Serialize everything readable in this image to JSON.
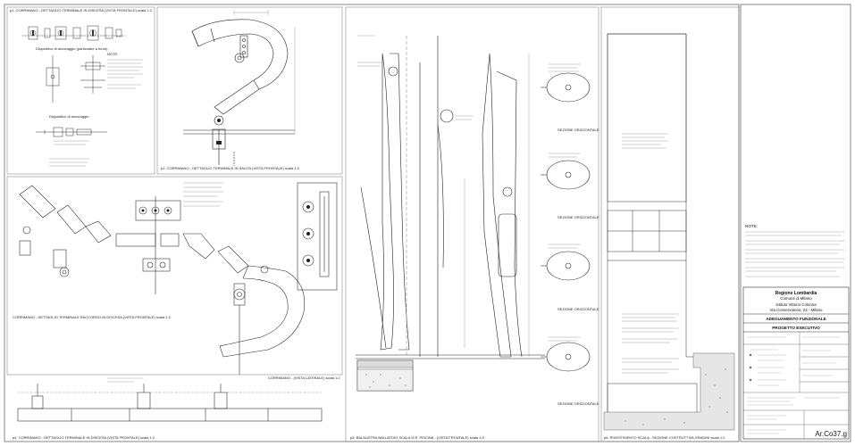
{
  "panels": {
    "p1": {
      "caption": "p1. CORRIMANO - DETTAGLIO TERMINALE IN DISCESA (VISTA FRONTALE)  scala 1:2"
    },
    "p2": {
      "caption": "p2. CORRIMANO - DETTAGLIO TERMINALE IN SALITA (VISTA FRONTALE)  scala 1:2"
    },
    "p3": {
      "caption": "CORRIMANO - DETTAGLIO TERMINALE RACCORDO IN DISCESA (VISTA FRONTALE)  scala 1:2"
    },
    "p3b": {
      "caption": "CORRIMANO - (VISTA LATERALE) scala 1:2"
    },
    "p4": {
      "caption": "p4. CORRIMANO - DETTAGLIO TERMINALE IN DISCESA (VISTA FRONTALE)  scala 1:2"
    },
    "p5": {
      "caption": "p5. BALAUSTRA BALLATOIO SCALA  H.R. PISCINA - (VISTA FRONTALE) scala 1:5"
    },
    "p6": {
      "caption": "p6. RIVESTIMENTO SCALA - SEZIONE COSTRUTTIVA GRADINI  scala 1:2"
    }
  },
  "labels": {
    "fissaggio": "Dispositivo di ancoraggio (particolare a muro)",
    "fissaggio2": "Dispositivo di ancoraggio",
    "note_title": "NOTE:",
    "sezione": "SEZIONE ORIZZONTALE"
  },
  "title_block": {
    "region": "Regione Lombardia",
    "city": "Comune di Milano",
    "school_line1": "Istituto Vittorio Colonna",
    "school_line2": "Via Conservatorio, 24 - Milano",
    "subject": "ADEGUAMENTO FUNZIONALE",
    "phase": "PROGETTO ESECUTIVO",
    "drawing_code": "Ar.Co37.g"
  }
}
